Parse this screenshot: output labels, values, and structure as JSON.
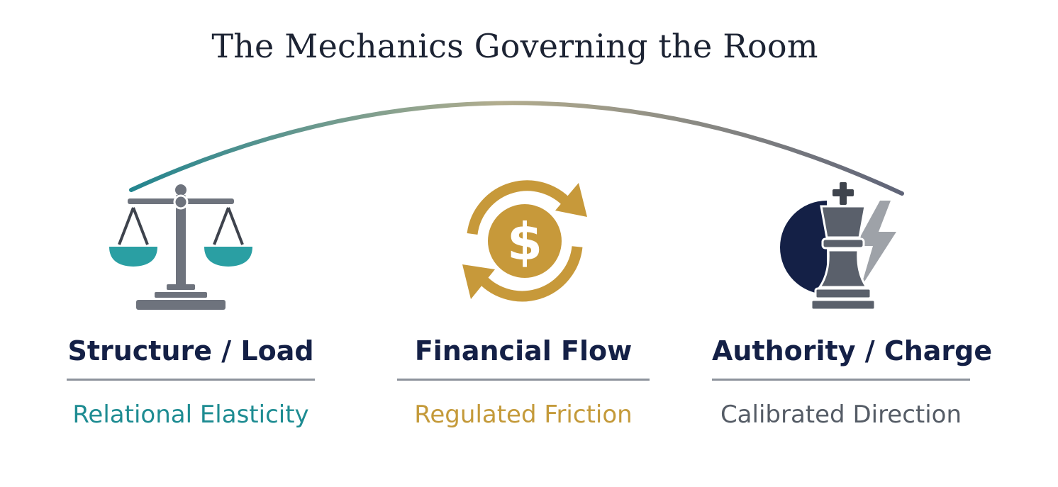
{
  "title": "The Mechanics Governing the Room",
  "colors": {
    "navy": "#142046",
    "teal": "#2a9fa3",
    "gold": "#c7993a",
    "slate": "#5a606b",
    "rule": "#8d939c"
  },
  "pillars": [
    {
      "icon": "balance-scale-icon",
      "title": "Structure / Load",
      "subtitle": "Relational Elasticity"
    },
    {
      "icon": "dollar-cycle-icon",
      "title": "Financial Flow",
      "subtitle": "Regulated Friction"
    },
    {
      "icon": "chess-king-icon",
      "title": "Authority / Charge",
      "subtitle": "Calibrated Direction"
    }
  ],
  "dollar_symbol": "$"
}
